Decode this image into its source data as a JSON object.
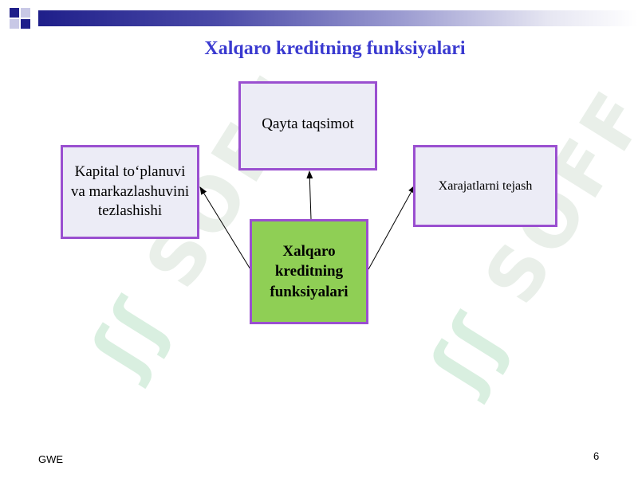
{
  "slide": {
    "title": "Xalqaro kreditning funksiyalari",
    "footer_left": "GWE",
    "page_number": "6",
    "watermark_text": "SOFF"
  },
  "diagram": {
    "center": "Xalqaro kreditning funksiyalari",
    "top": "Qayta taqsimot",
    "left": "Kapital to‘planuvi va markazlashuvini tezlashishi",
    "right": "Xarajatlarni tejash"
  },
  "colors": {
    "title": "#3a3ad0",
    "box_border": "#9a4fd0",
    "box_fill": "#ececf6",
    "center_fill": "#8fcf55",
    "top_bar": "#1f1f8a"
  }
}
